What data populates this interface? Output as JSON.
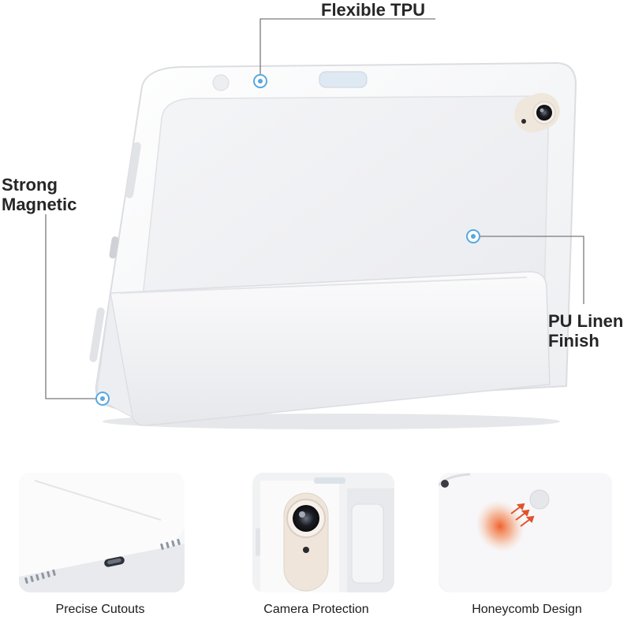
{
  "callouts": {
    "flexible_tpu": "Flexible TPU",
    "strong_magnetic_line1": "Strong",
    "strong_magnetic_line2": "Magnetic",
    "pu_linen_line1": "PU Linen",
    "pu_linen_line2": "Finish"
  },
  "features": [
    {
      "caption": "Precise  Cutouts"
    },
    {
      "caption": "Camera Protection"
    },
    {
      "caption": "Honeycomb Design"
    }
  ],
  "colors": {
    "case": "#f7f7f8",
    "case_edge": "#e4e5e8",
    "accent": "#58a8e0",
    "leader": "#7a7a7a",
    "heat": "#f0703a"
  }
}
